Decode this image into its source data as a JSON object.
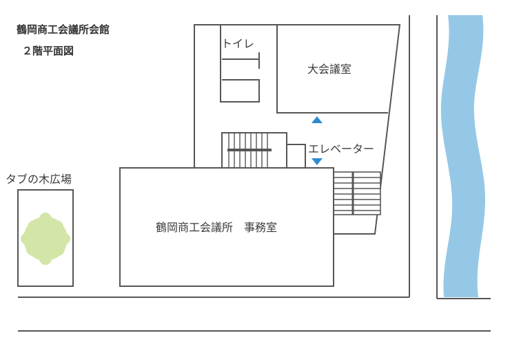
{
  "header": {
    "title": "鶴岡商工会議所会館",
    "subtitle": "２階平面図"
  },
  "map": {
    "labels": {
      "toilet": "トイレ",
      "main_hall": "大会議室",
      "elevator": "エレベーター",
      "park": "タブの木広場",
      "office": "鶴岡商工会議所　事務室"
    },
    "colors": {
      "river": "#95c8e6",
      "tree": "#d3e6a8",
      "elevator_arrow": "#2e8ad0",
      "wall": "#555555"
    },
    "icons": {
      "elevator_up": "triangle-up",
      "elevator_down": "triangle-down",
      "tree": "tree-canopy"
    }
  }
}
